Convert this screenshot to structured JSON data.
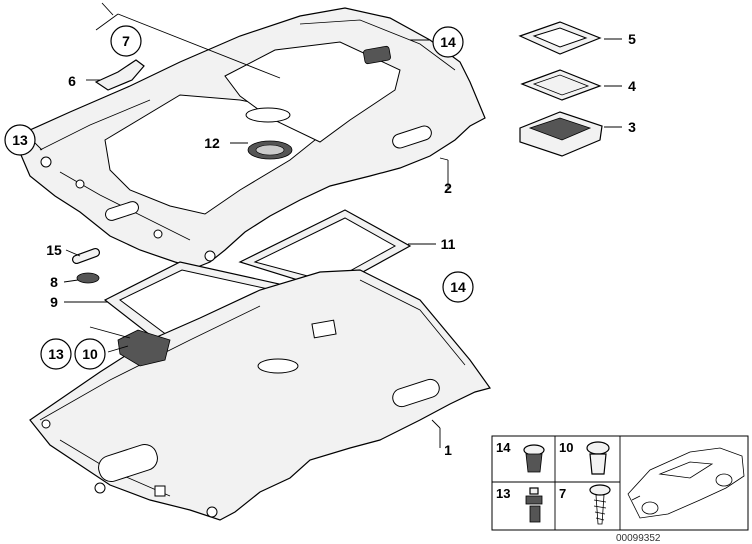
{
  "callouts": {
    "c1": "1",
    "c2": "2",
    "c3": "3",
    "c4": "4",
    "c5": "5",
    "c6": "6",
    "c7": "7",
    "c8": "8",
    "c9": "9",
    "c10": "10",
    "c11": "11",
    "c12": "12",
    "c13a": "13",
    "c13b": "13",
    "c14a": "14",
    "c14b": "14",
    "c15": "15"
  },
  "fastener_table": {
    "cells": [
      "14",
      "10",
      "13",
      "7"
    ]
  },
  "document_id": "00099352"
}
